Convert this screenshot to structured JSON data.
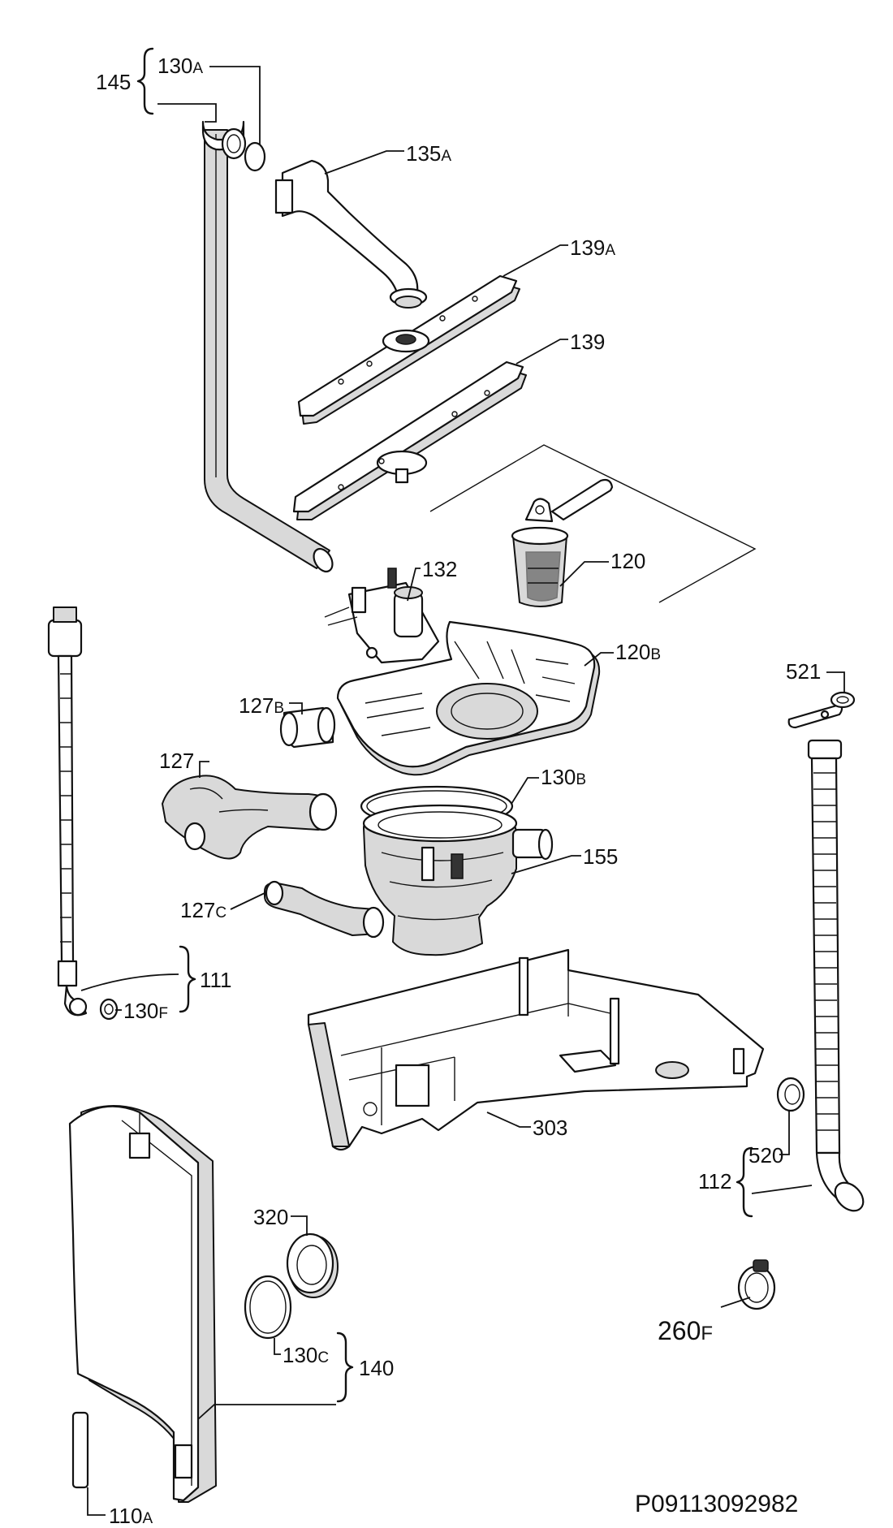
{
  "diagram": {
    "labels": {
      "l145": {
        "num": "145",
        "suffix": ""
      },
      "l130a": {
        "num": "130",
        "suffix": "A"
      },
      "l135a": {
        "num": "135",
        "suffix": "A"
      },
      "l139a": {
        "num": "139",
        "suffix": "A"
      },
      "l139": {
        "num": "139",
        "suffix": ""
      },
      "l120": {
        "num": "120",
        "suffix": ""
      },
      "l132": {
        "num": "132",
        "suffix": ""
      },
      "l120b": {
        "num": "120",
        "suffix": "B"
      },
      "l521": {
        "num": "521",
        "suffix": ""
      },
      "l127b": {
        "num": "127",
        "suffix": "B"
      },
      "l127": {
        "num": "127",
        "suffix": ""
      },
      "l130b": {
        "num": "130",
        "suffix": "B"
      },
      "l155": {
        "num": "155",
        "suffix": ""
      },
      "l127c": {
        "num": "127",
        "suffix": "C"
      },
      "l130f": {
        "num": "130",
        "suffix": "F"
      },
      "l111": {
        "num": "111",
        "suffix": ""
      },
      "l303": {
        "num": "303",
        "suffix": ""
      },
      "l112": {
        "num": "112",
        "suffix": ""
      },
      "l520": {
        "num": "520",
        "suffix": ""
      },
      "l320": {
        "num": "320",
        "suffix": ""
      },
      "l260f": {
        "num": "260",
        "suffix": "F"
      },
      "l130c": {
        "num": "130",
        "suffix": "C"
      },
      "l140": {
        "num": "140",
        "suffix": ""
      },
      "l110a": {
        "num": "110",
        "suffix": "A"
      }
    },
    "drawing_code": "P09113092982"
  }
}
